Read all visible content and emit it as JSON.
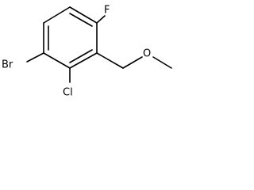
{
  "molecule": {
    "atoms": {
      "bromine": "Br",
      "chlorine": "Cl",
      "fluorine": "F",
      "oxygen": "O"
    }
  }
}
